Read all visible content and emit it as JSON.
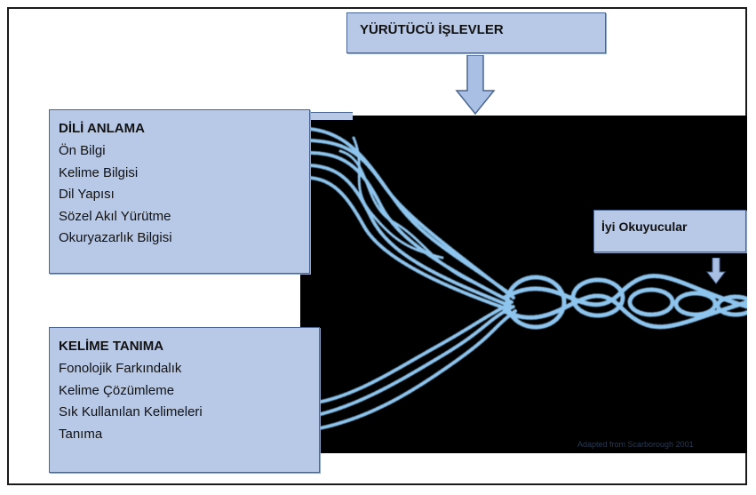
{
  "executive_functions": {
    "title": "YÜRÜTÜCÜ İŞLEVLER"
  },
  "language_comprehension": {
    "title": "DİLİ ANLAMA",
    "items": [
      "Ön Bilgi",
      "Kelime Bilgisi",
      "Dil Yapısı",
      "Sözel Akıl Yürütme",
      "Okuryazarlık Bilgisi"
    ]
  },
  "word_recognition": {
    "title": "KELİME TANIMA",
    "items": [
      "Fonolojik Farkındalık",
      "Kelime Çözümleme",
      "Sık Kullanılan Kelimeleri",
      "Tanıma"
    ]
  },
  "good_readers": {
    "title": "İyi Okuyucular"
  },
  "credit": {
    "text": "Adapted from Scarborough 2001"
  },
  "colors": {
    "box_fill": "#b8c9e7",
    "box_border": "#4a6690",
    "arrow_fill": "#a9c0e4",
    "rope": "#8ec5ee",
    "panel_bg": "#000000"
  }
}
